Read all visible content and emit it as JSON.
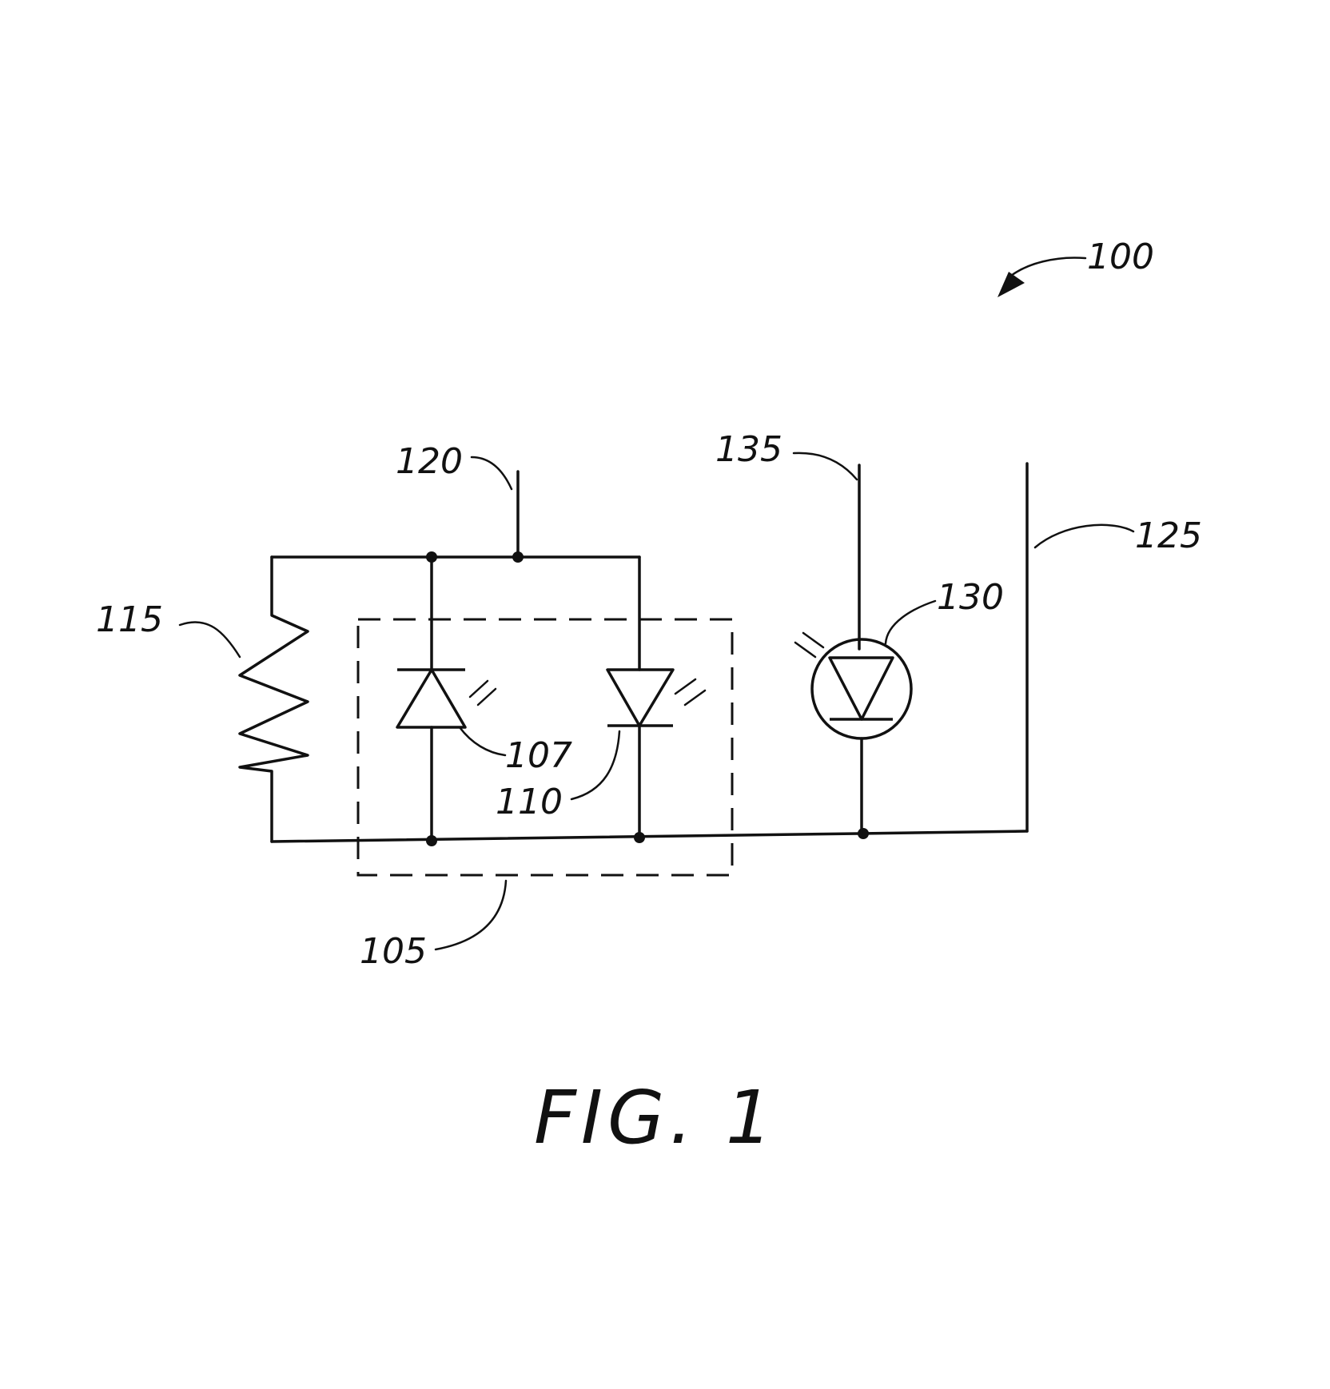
{
  "labels": {
    "figure_number": "100",
    "led_package": "105",
    "led_first": "107",
    "led_second": "110",
    "resistor": "115",
    "terminal_top": "120",
    "terminal_right": "125",
    "photodiode": "130",
    "photodiode_terminal": "135"
  },
  "caption": "FIG. 1"
}
